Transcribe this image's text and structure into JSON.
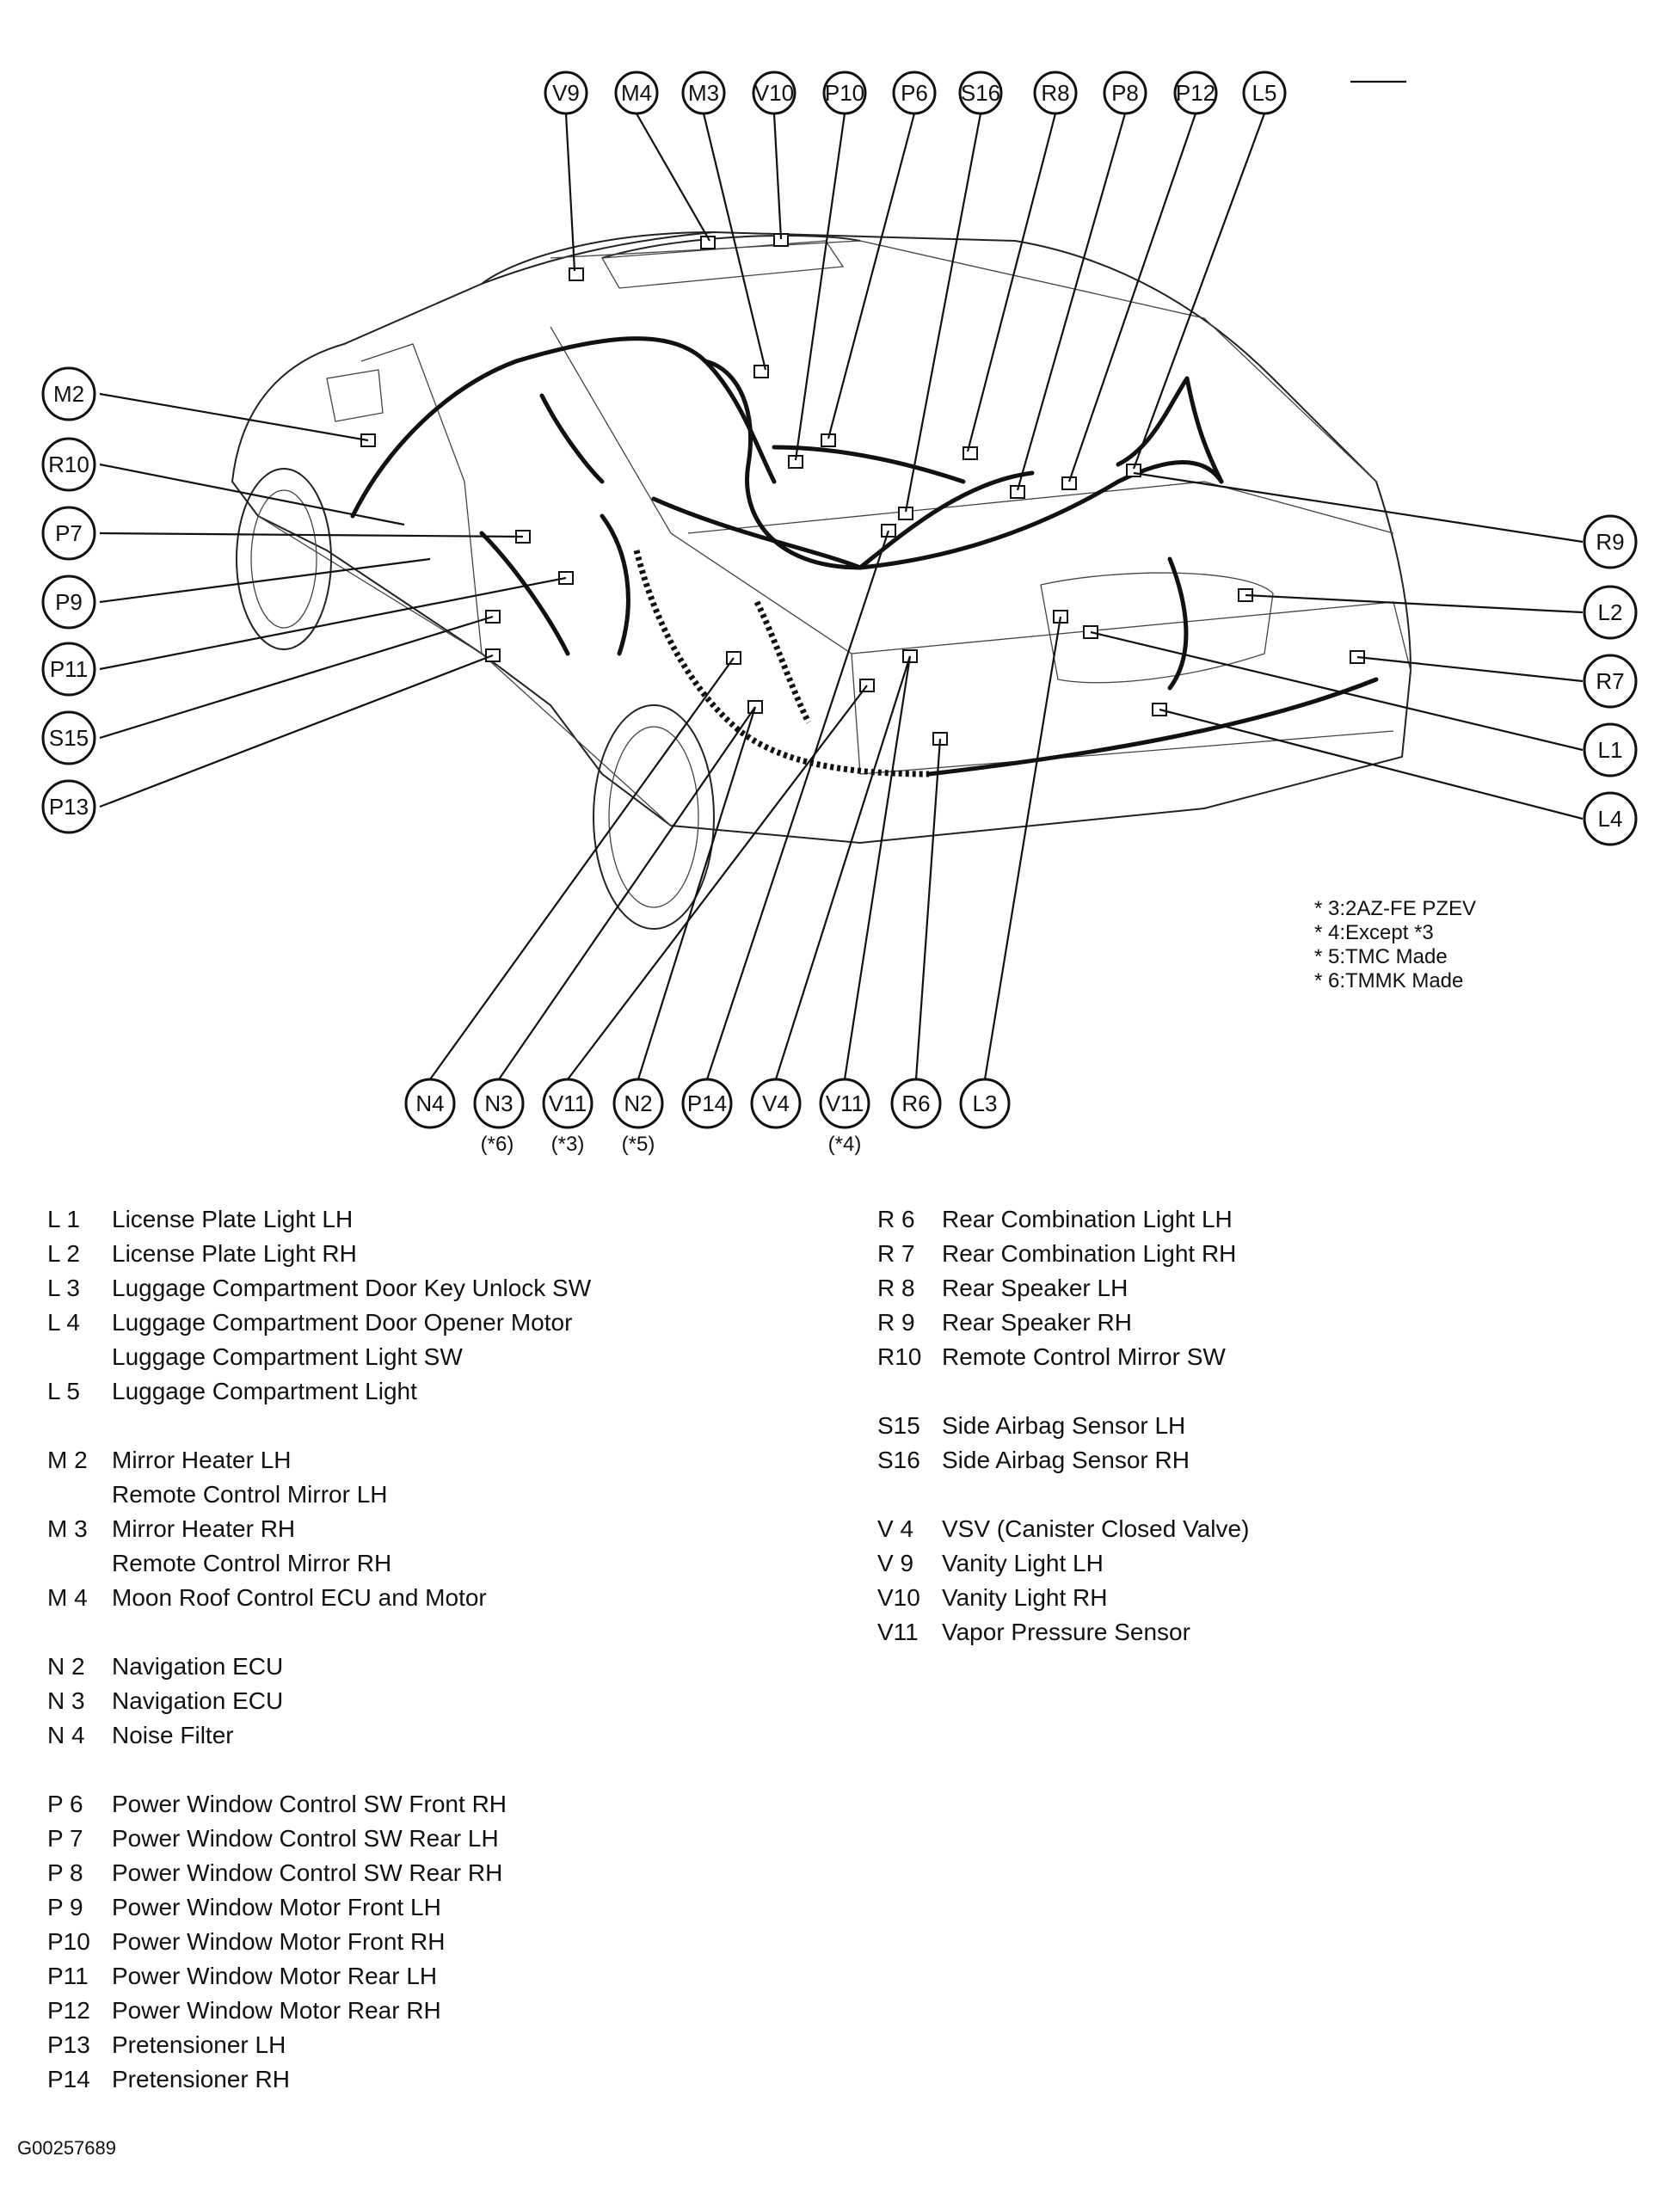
{
  "top_callouts": [
    "V9",
    "M4",
    "M3",
    "V10",
    "P10",
    "P6",
    "S16",
    "R8",
    "P8",
    "P12",
    "L5"
  ],
  "left_callouts": [
    "M2",
    "R10",
    "P7",
    "P9",
    "P11",
    "S15",
    "P13"
  ],
  "right_callouts": [
    "R9",
    "L2",
    "R7",
    "L1",
    "L4"
  ],
  "bottom_callouts": [
    {
      "label": "N4",
      "condition": ""
    },
    {
      "label": "N3",
      "condition": "(*6)"
    },
    {
      "label": "V11",
      "condition": "(*3)"
    },
    {
      "label": "N2",
      "condition": "(*5)"
    },
    {
      "label": "P14",
      "condition": ""
    },
    {
      "label": "V4",
      "condition": ""
    },
    {
      "label": "V11",
      "condition": "(*4)"
    },
    {
      "label": "R6",
      "condition": ""
    },
    {
      "label": "L3",
      "condition": ""
    }
  ],
  "notes": [
    "* 3:2AZ-FE PZEV",
    "* 4:Except *3",
    "* 5:TMC Made",
    "* 6:TMMK Made"
  ],
  "legend_left": [
    [
      {
        "code": "L  1",
        "desc": "License Plate Light LH"
      },
      {
        "code": "L  2",
        "desc": "License Plate Light RH"
      },
      {
        "code": "L  3",
        "desc": "Luggage Compartment Door Key Unlock SW"
      },
      {
        "code": "L  4",
        "desc": "Luggage Compartment Door Opener Motor"
      },
      {
        "code": "",
        "desc": "Luggage Compartment Light SW"
      },
      {
        "code": "L  5",
        "desc": "Luggage Compartment Light"
      }
    ],
    [
      {
        "code": "M  2",
        "desc": "Mirror Heater LH"
      },
      {
        "code": "",
        "desc": "Remote Control Mirror LH"
      },
      {
        "code": "M  3",
        "desc": "Mirror Heater RH"
      },
      {
        "code": "",
        "desc": "Remote Control Mirror RH"
      },
      {
        "code": "M  4",
        "desc": "Moon Roof Control ECU and Motor"
      }
    ],
    [
      {
        "code": "N  2",
        "desc": "Navigation ECU"
      },
      {
        "code": "N  3",
        "desc": "Navigation ECU"
      },
      {
        "code": "N  4",
        "desc": "Noise Filter"
      }
    ],
    [
      {
        "code": "P  6",
        "desc": "Power Window Control SW Front RH"
      },
      {
        "code": "P  7",
        "desc": "Power Window Control SW Rear LH"
      },
      {
        "code": "P  8",
        "desc": "Power Window Control SW Rear RH"
      },
      {
        "code": "P  9",
        "desc": "Power Window Motor Front LH"
      },
      {
        "code": "P10",
        "desc": "Power Window Motor Front RH"
      },
      {
        "code": "P11",
        "desc": "Power Window Motor Rear LH"
      },
      {
        "code": "P12",
        "desc": "Power Window Motor Rear RH"
      },
      {
        "code": "P13",
        "desc": "Pretensioner LH"
      },
      {
        "code": "P14",
        "desc": "Pretensioner RH"
      }
    ]
  ],
  "legend_right": [
    [
      {
        "code": "R  6",
        "desc": "Rear Combination Light LH"
      },
      {
        "code": "R  7",
        "desc": "Rear Combination Light RH"
      },
      {
        "code": "R  8",
        "desc": "Rear Speaker LH"
      },
      {
        "code": "R  9",
        "desc": "Rear Speaker RH"
      },
      {
        "code": "R10",
        "desc": "Remote Control Mirror SW"
      }
    ],
    [
      {
        "code": "S15",
        "desc": "Side Airbag Sensor LH"
      },
      {
        "code": "S16",
        "desc": "Side Airbag Sensor RH"
      }
    ],
    [
      {
        "code": "V  4",
        "desc": "VSV (Canister Closed Valve)"
      },
      {
        "code": "V  9",
        "desc": "Vanity Light LH"
      },
      {
        "code": "V10",
        "desc": "Vanity Light RH"
      },
      {
        "code": "V11",
        "desc": "Vapor Pressure Sensor"
      }
    ]
  ],
  "figure_id": "G00257689"
}
